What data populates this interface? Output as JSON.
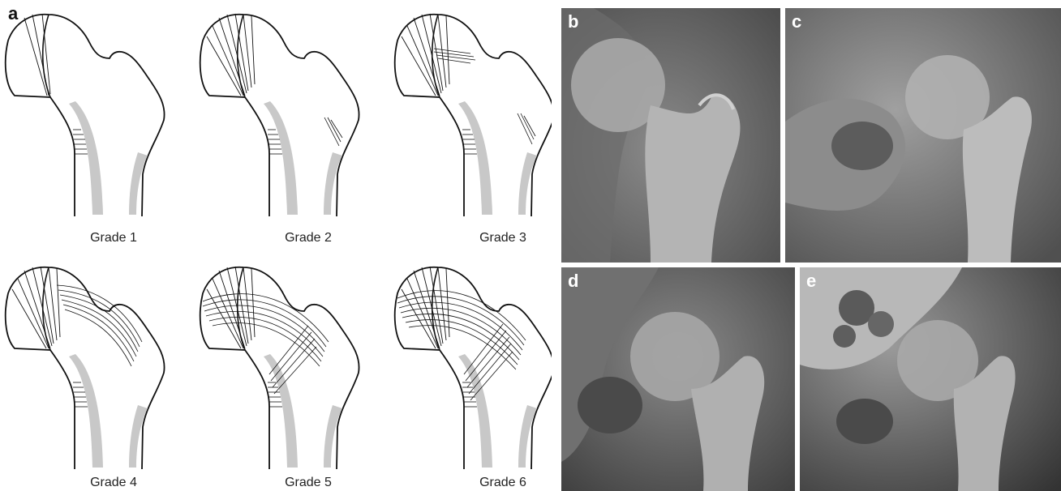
{
  "figure": {
    "panel_a": {
      "letter": "a",
      "grades": [
        "Grade 1",
        "Grade 2",
        "Grade 3",
        "Grade 4",
        "Grade 5",
        "Grade 6"
      ]
    },
    "xray_panels": [
      "b",
      "c",
      "d",
      "e"
    ]
  }
}
